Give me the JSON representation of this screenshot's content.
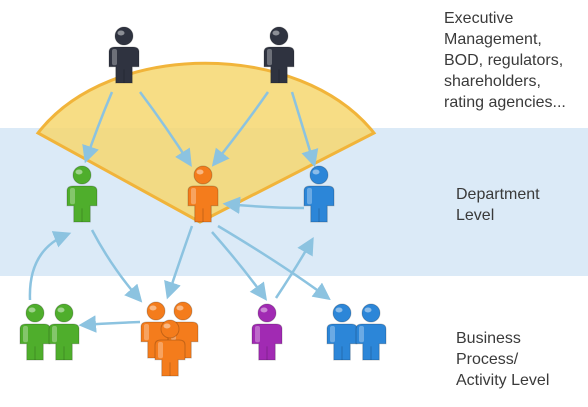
{
  "levels": {
    "executive": "Executive\nManagement,\nBOD, regulators,\nshareholders,\nrating agencies...",
    "department": "Department\nLevel",
    "business": "Business Process/\nActivity Level"
  },
  "colors": {
    "band": "#dbeaf7",
    "fan": "#f6d770",
    "fan_edge": "#f1b43a",
    "arrow": "#8cc3e0",
    "dark": "#2f3340",
    "green": "#4fae2c",
    "orange": "#f47c1c",
    "blue": "#2c86d8",
    "purple": "#a12ab3"
  },
  "people": [
    {
      "name": "executive-person-1",
      "color": "dark"
    },
    {
      "name": "executive-person-2",
      "color": "dark"
    },
    {
      "name": "department-person-green",
      "color": "green"
    },
    {
      "name": "department-person-orange",
      "color": "orange"
    },
    {
      "name": "department-person-blue",
      "color": "blue"
    },
    {
      "name": "activity-person-green-1",
      "color": "green"
    },
    {
      "name": "activity-person-green-2",
      "color": "green"
    },
    {
      "name": "activity-person-orange-1",
      "color": "orange"
    },
    {
      "name": "activity-person-orange-2",
      "color": "orange"
    },
    {
      "name": "activity-person-orange-3",
      "color": "orange"
    },
    {
      "name": "activity-person-purple",
      "color": "purple"
    },
    {
      "name": "activity-person-blue-1",
      "color": "blue"
    },
    {
      "name": "activity-person-blue-2",
      "color": "blue"
    }
  ]
}
